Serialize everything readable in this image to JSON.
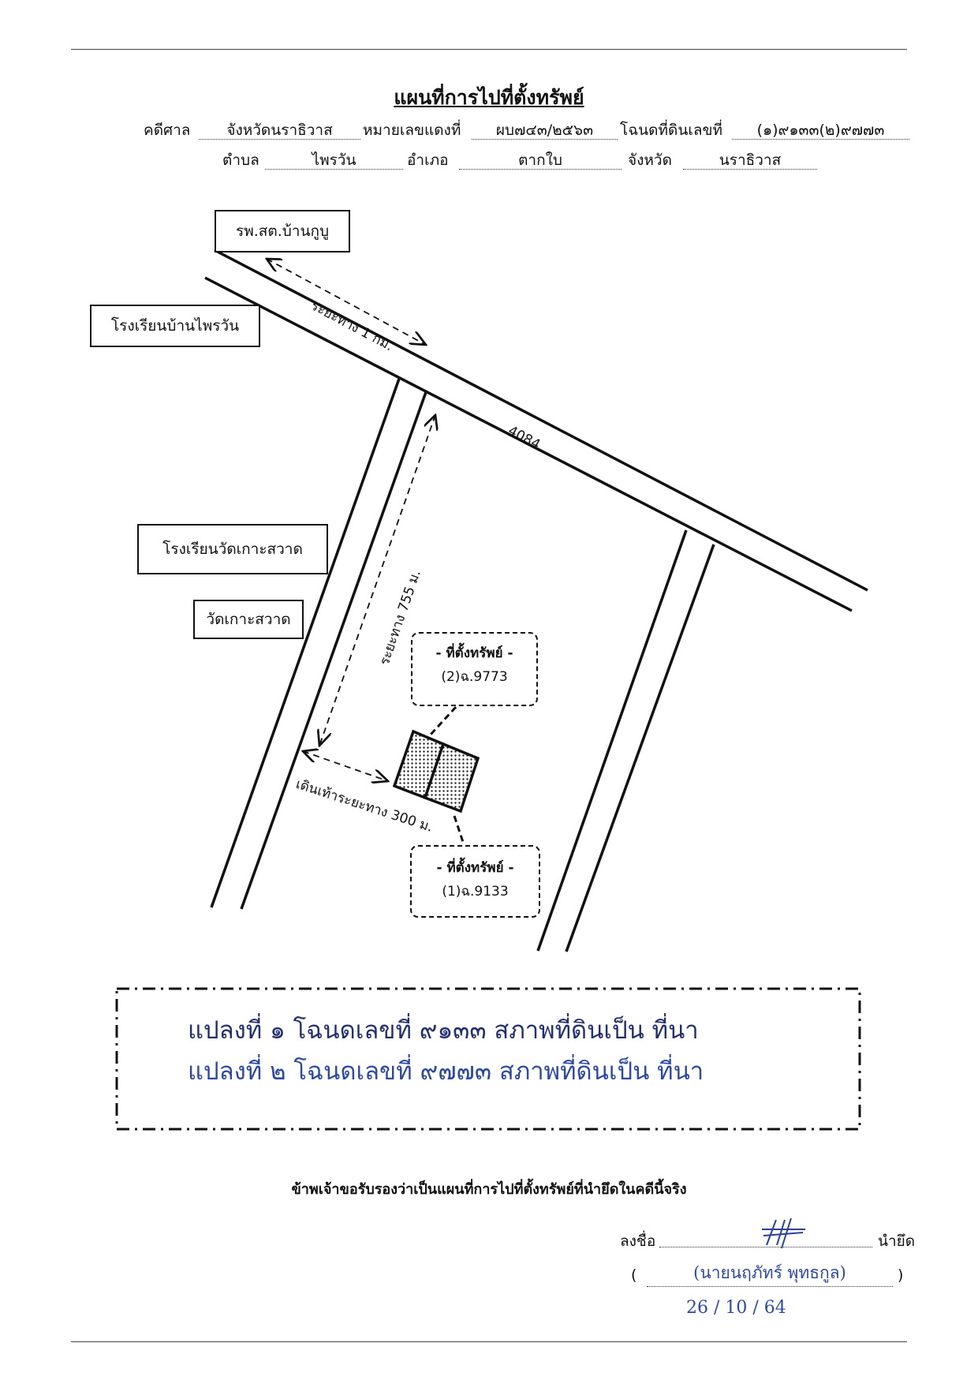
{
  "document": {
    "title": "แผนที่การไปที่ตั้งทรัพย์",
    "header": {
      "court_label": "คดีศาล",
      "court_value": "จังหวัดนราธิวาส",
      "red_no_label": "หมายเลขแดงที่",
      "red_no_value": "ผบ๗๔๓/๒๕๖๓",
      "deed_label": "โฉนดที่ดินเลขที่",
      "deed_value": "(๑)๙๑๓๓(๒)๙๗๗๓",
      "subdistrict_label": "ตำบล",
      "subdistrict_value": "ไพรวัน",
      "district_label": "อำเภอ",
      "district_value": "ตากใบ",
      "province_label": "จังหวัด",
      "province_value": "นราธิวาส"
    }
  },
  "map": {
    "landmarks": {
      "hospital": "รพ.สต.บ้านกูบู",
      "school_praiwan": "โรงเรียนบ้านไพรวัน",
      "school_wat": "โรงเรียนวัดเกาะสวาด",
      "temple": "วัดเกาะสวาด"
    },
    "road_number": "4084",
    "distance_1km": "ระยะทาง 1 กม.",
    "distance_755m": "ระยะทาง 755 ม.",
    "distance_walk": "เดินเท้าระยะทาง 300 ม.",
    "property_2": {
      "title": "- ที่ตั้งทรัพย์ -",
      "deed": "(2)ฉ.9773"
    },
    "property_1": {
      "title": "- ที่ตั้งทรัพย์ -",
      "deed": "(1)ฉ.9133"
    }
  },
  "notes": {
    "line1": "แปลงที่ ๑ โฉนดเลขที่ ๙๑๓๓ สภาพที่ดินเป็น ที่นา",
    "line2": "แปลงที่ ๒ โฉนดเลขที่ ๙๗๗๓ สภาพที่ดินเป็น ที่นา"
  },
  "certification": {
    "text": "ข้าพเจ้าขอรับรองว่าเป็นแผนที่การไปที่ตั้งทรัพย์ที่นำยึดในคดีนี้จริง",
    "sign_label": "ลงชื่อ",
    "role": "นำยึด",
    "open_paren": "(",
    "name": "(นายนฤภัทร์ พุทธกูล)",
    "close_paren": ")",
    "date": "26 / 10 / 64"
  }
}
